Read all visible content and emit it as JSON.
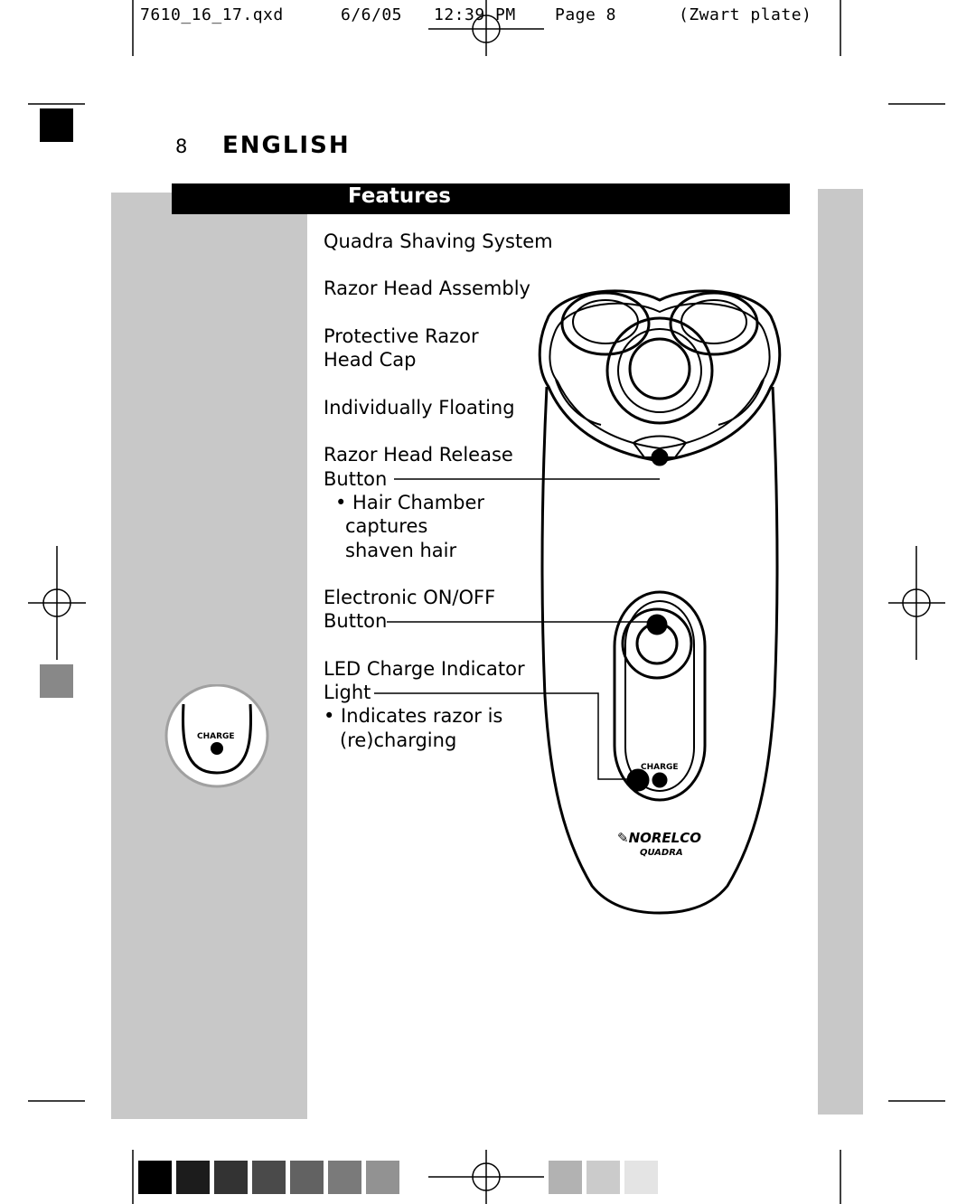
{
  "slug": {
    "file": "7610_16_17.qxd",
    "date": "6/6/05",
    "time": "12:39 PM",
    "page": "Page 8",
    "plate": "(Zwart plate)"
  },
  "section": {
    "number": "8",
    "title": "ENGLISH"
  },
  "features_heading": "Features",
  "labels": {
    "quadra": "Quadra Shaving System",
    "razor_head_assembly": "Razor Head Assembly",
    "protective_1": "Protective Razor",
    "protective_2": "Head Cap",
    "floating": "Individually Floating",
    "release_1": "Razor Head Release",
    "release_2": "Button",
    "hair_1": "• Hair Chamber",
    "hair_2": "captures",
    "hair_3": "shaven hair",
    "onoff_1": "Electronic ON/OFF",
    "onoff_2": "Button",
    "led_1": "LED Charge Indicator",
    "led_2": "Light",
    "indicates_1": "• Indicates razor is",
    "indicates_2": "(re)charging"
  },
  "inset_label": "CHARGE",
  "shaver": {
    "charge_label": "CHARGE",
    "brand": "NORELCO",
    "model": "QUADRA"
  },
  "colors": {
    "side_panel": "#c8c8c8",
    "bar": "#000000"
  }
}
